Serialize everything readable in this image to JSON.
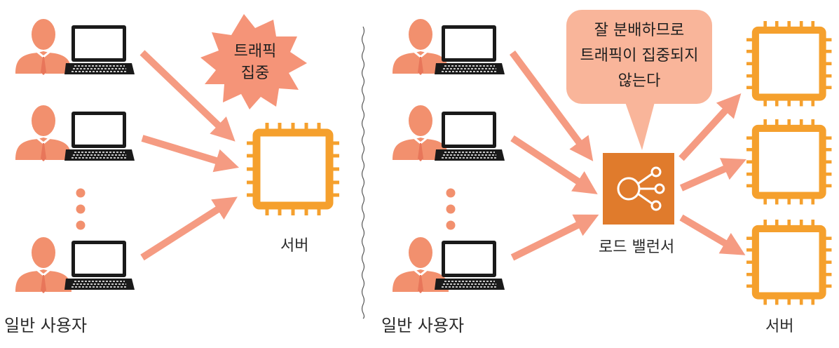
{
  "left_panel": {
    "users_label": "일반 사용자",
    "server_label": "서버",
    "burst": {
      "line1": "트래픽",
      "line2": "집중"
    }
  },
  "right_panel": {
    "users_label": "일반 사용자",
    "load_balancer_label": "로드 밸런서",
    "servers_label": "서버",
    "callout": {
      "line1": "잘 분배하므로",
      "line2": "트래픽이 집중되지",
      "line3": "않는다"
    }
  },
  "colors": {
    "user": "#f2906e",
    "arrow": "#f59b82",
    "chip": "#f5a02d",
    "load_balancer": "#e07b2c",
    "callout_fill": "#f9b59a",
    "burst_fill": "#f59478",
    "laptop": "#1a1a1a"
  },
  "icons": [
    "person-icon",
    "laptop-icon",
    "server-chip-icon",
    "load-balancer-icon"
  ]
}
